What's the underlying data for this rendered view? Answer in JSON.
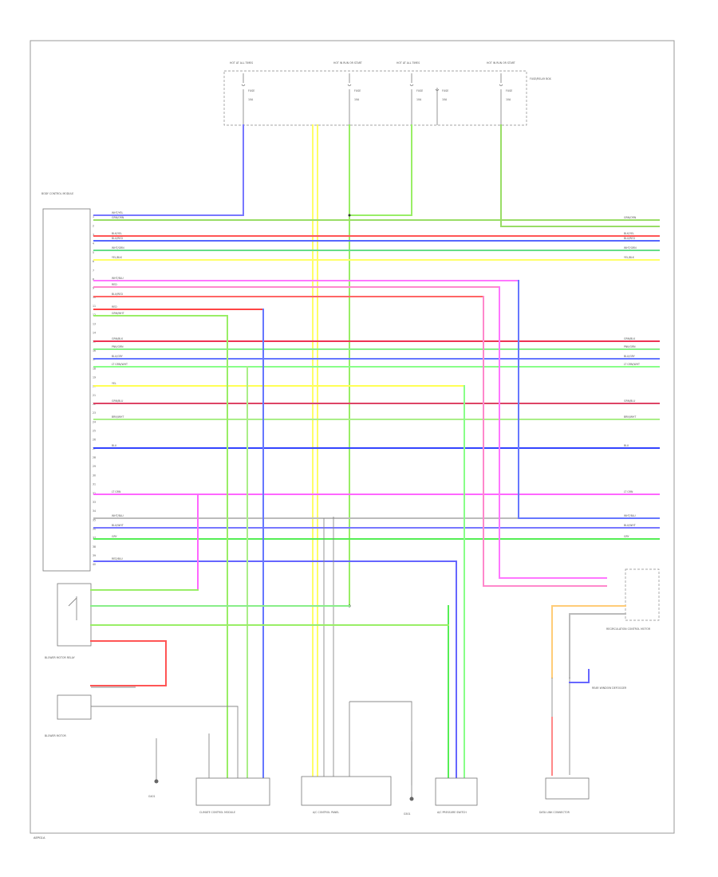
{
  "frame": {
    "footer_code": "AEPG1A"
  },
  "fuse_block": {
    "title": "FUSE/RELAY BOX",
    "top_labels": [
      "HOT AT ALL TIMES",
      "HOT IN RUN OR START",
      "HOT AT ALL TIMES",
      "HOT IN RUN OR START"
    ],
    "fuses": [
      {
        "name": "FUSE",
        "rating": "10A"
      },
      {
        "name": "FUSE",
        "rating": "10A"
      },
      {
        "name": "FUSE",
        "rating": "10A"
      },
      {
        "name": "FUSE",
        "rating": "10A"
      },
      {
        "name": "FUSE",
        "rating": "10A"
      }
    ]
  },
  "bcm": {
    "label": "BODY CONTROL MODULE",
    "pins": [
      "1",
      "2",
      "3",
      "4",
      "5",
      "6",
      "7",
      "8",
      "9",
      "10",
      "11",
      "12",
      "13",
      "14",
      "15",
      "16",
      "17",
      "18",
      "19",
      "20",
      "21",
      "22",
      "23",
      "24",
      "25",
      "26",
      "27",
      "28",
      "29",
      "30",
      "31",
      "32",
      "33",
      "34",
      "35",
      "36",
      "37",
      "38",
      "39",
      "40"
    ]
  },
  "wires": [
    {
      "label": "WHT/YEL",
      "color": "#7777ff"
    },
    {
      "label": "GRN/ORN",
      "color": "#99dd66"
    },
    {
      "label": "BLK/YEL",
      "color": "#ff5555"
    },
    {
      "label": "BLU/RED",
      "color": "#5566ff"
    },
    {
      "label": "WHT/GRN",
      "color": "#66dd88"
    },
    {
      "label": "YEL/BLK",
      "color": "#ffff66"
    },
    {
      "label": "WHT/BLU",
      "color": "#ff77ff"
    },
    {
      "label": "RED",
      "color": "#ff88cc"
    },
    {
      "label": "BLU/RED",
      "color": "#ff6666"
    },
    {
      "label": "GRN/WHT",
      "color": "#99ee66"
    },
    {
      "label": "RED",
      "color": "#ff4444"
    },
    {
      "label": "GRN/BLK",
      "color": "#ee3355"
    },
    {
      "label": "PNK/GRN",
      "color": "#88ee88"
    },
    {
      "label": "BLU/GRY",
      "color": "#6677ff"
    },
    {
      "label": "LT GRN/WHT",
      "color": "#88ff88"
    },
    {
      "label": "YEL",
      "color": "#ffff55"
    },
    {
      "label": "GRN/BLU",
      "color": "#dd4466"
    },
    {
      "label": "BRN/WHT",
      "color": "#aaee88"
    },
    {
      "label": "BLU",
      "color": "#3344ff"
    },
    {
      "label": "LT GRN",
      "color": "#ff66ff"
    },
    {
      "label": "WHT/BLU",
      "color": "#bbbbbb"
    },
    {
      "label": "BLU/WHT",
      "color": "#7777ff"
    },
    {
      "label": "GRY",
      "color": "#55ee55"
    },
    {
      "label": "RED/BLU",
      "color": "#6666ff"
    }
  ],
  "connectors": {
    "left_relay": "BLOWER MOTOR RELAY",
    "blower": "BLOWER MOTOR",
    "ground_left": "G401",
    "ground_mid": "G501",
    "module_a": "CLIMATE CONTROL MODULE",
    "module_b": "A/C CONTROL PANEL",
    "module_c": "A/C PRESSURE SWITCH",
    "right_a": "RECIRCULATION CONTROL MOTOR",
    "right_b": "REAR WINDOW DEFOGGER",
    "right_c": "DATA LINK CONNECTOR"
  }
}
